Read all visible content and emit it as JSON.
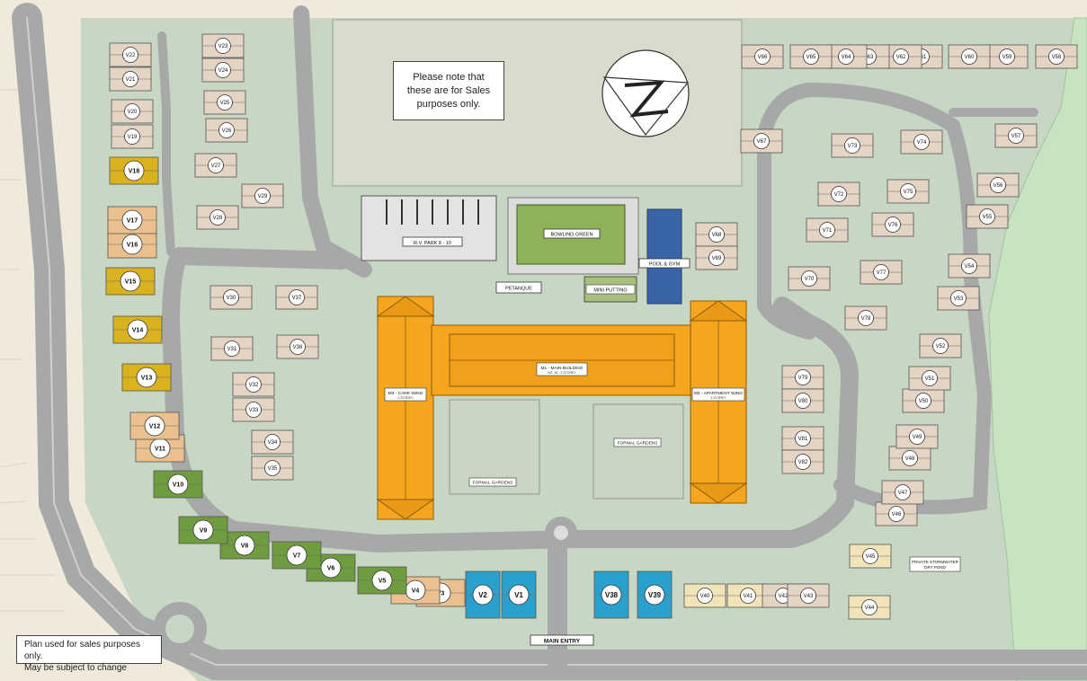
{
  "notes": {
    "sales_line1": "Please note that",
    "sales_line2": "these are for Sales",
    "sales_line3": "purposes only.",
    "plan_line1": "Plan used for sales purposes only.",
    "plan_line2": "May be subject to change"
  },
  "facility_labels": {
    "bowling_green": "BOWLING GREEN",
    "pool_gym": "POOL & GYM",
    "rv_park": "R.V. PARK 8 - 10",
    "petanque": "PETANQUE",
    "mini_putting": "MINI PUTTING",
    "main_building": "M1 - MAIN BUILDING",
    "main_building_sub": "NO. 16 - 2 STOREY",
    "care_wing": "M3 - CARE WING",
    "care_wing_sub": "2 STOREY",
    "apartment_wing": "M2 - APARTMENT WING",
    "apartment_wing_sub": "2 STOREY",
    "formal_gardens_left": "FORMAL GARDENS",
    "formal_gardens_right": "FORMAL GARDENS",
    "main_entry": "MAIN ENTRY",
    "stormwater_1": "PRIVATE STORMWATER",
    "stormwater_2": "'DRY POND'"
  },
  "colors": {
    "background": "#efeadb",
    "grass": "#c8d6c4",
    "road": "#a7a9a8",
    "building_main": "#f5a61e",
    "villa_yellow": "#d8b21f",
    "villa_tan": "#e9c08e",
    "villa_green": "#6f9c3f",
    "villa_blue": "#2aa0cc",
    "villa_cream": "#f1e4b8",
    "villa_default": "#e3d4c4",
    "pool": "#3a64a8",
    "bowling": "#8fb25a",
    "stream": "#c7e3c2"
  },
  "villas": [
    {
      "label": "V1",
      "color": "blue"
    },
    {
      "label": "V2",
      "color": "blue"
    },
    {
      "label": "V3",
      "color": "tan"
    },
    {
      "label": "V4",
      "color": "tan"
    },
    {
      "label": "V5",
      "color": "green"
    },
    {
      "label": "V6",
      "color": "green"
    },
    {
      "label": "V7",
      "color": "green"
    },
    {
      "label": "V8",
      "color": "green"
    },
    {
      "label": "V9",
      "color": "green"
    },
    {
      "label": "V10",
      "color": "green"
    },
    {
      "label": "V11",
      "color": "tan"
    },
    {
      "label": "V12",
      "color": "tan"
    },
    {
      "label": "V13",
      "color": "yellow"
    },
    {
      "label": "V14",
      "color": "yellow"
    },
    {
      "label": "V15",
      "color": "yellow"
    },
    {
      "label": "V16",
      "color": "tan"
    },
    {
      "label": "V17",
      "color": "tan"
    },
    {
      "label": "V18",
      "color": "yellow"
    },
    {
      "label": "V19",
      "color": "default"
    },
    {
      "label": "V20",
      "color": "default"
    },
    {
      "label": "V21",
      "color": "default"
    },
    {
      "label": "V22",
      "color": "default"
    },
    {
      "label": "V23",
      "color": "default"
    },
    {
      "label": "V24",
      "color": "default"
    },
    {
      "label": "V25",
      "color": "default"
    },
    {
      "label": "V26",
      "color": "default"
    },
    {
      "label": "V27",
      "color": "default"
    },
    {
      "label": "V28",
      "color": "default"
    },
    {
      "label": "V29",
      "color": "default"
    },
    {
      "label": "V30",
      "color": "default"
    },
    {
      "label": "V31",
      "color": "default"
    },
    {
      "label": "V32",
      "color": "default"
    },
    {
      "label": "V33",
      "color": "default"
    },
    {
      "label": "V34",
      "color": "default"
    },
    {
      "label": "V35",
      "color": "default"
    },
    {
      "label": "V36",
      "color": "default"
    },
    {
      "label": "V37",
      "color": "default"
    },
    {
      "label": "V38",
      "color": "blue"
    },
    {
      "label": "V39",
      "color": "blue"
    },
    {
      "label": "V40",
      "color": "cream"
    },
    {
      "label": "V41",
      "color": "cream"
    },
    {
      "label": "V42",
      "color": "default"
    },
    {
      "label": "V43",
      "color": "default"
    },
    {
      "label": "V44",
      "color": "cream"
    },
    {
      "label": "V45",
      "color": "cream"
    },
    {
      "label": "V46",
      "color": "default"
    },
    {
      "label": "V47",
      "color": "default"
    },
    {
      "label": "V48",
      "color": "default"
    },
    {
      "label": "V49",
      "color": "default"
    },
    {
      "label": "V50",
      "color": "default"
    },
    {
      "label": "V51",
      "color": "default"
    },
    {
      "label": "V52",
      "color": "default"
    },
    {
      "label": "V53",
      "color": "default"
    },
    {
      "label": "V54",
      "color": "default"
    },
    {
      "label": "V55",
      "color": "default"
    },
    {
      "label": "V56",
      "color": "default"
    },
    {
      "label": "V57",
      "color": "default"
    },
    {
      "label": "V58",
      "color": "default"
    },
    {
      "label": "V59",
      "color": "default"
    },
    {
      "label": "V60",
      "color": "default"
    },
    {
      "label": "V61",
      "color": "default"
    },
    {
      "label": "V62",
      "color": "default"
    },
    {
      "label": "V63",
      "color": "default"
    },
    {
      "label": "V64",
      "color": "default"
    },
    {
      "label": "V65",
      "color": "default"
    },
    {
      "label": "V66",
      "color": "default"
    },
    {
      "label": "V67",
      "color": "default"
    },
    {
      "label": "V68",
      "color": "default"
    },
    {
      "label": "V69",
      "color": "default"
    },
    {
      "label": "V70",
      "color": "default"
    },
    {
      "label": "V71",
      "color": "default"
    },
    {
      "label": "V72",
      "color": "default"
    },
    {
      "label": "V73",
      "color": "default"
    },
    {
      "label": "V74",
      "color": "default"
    },
    {
      "label": "V75",
      "color": "default"
    },
    {
      "label": "V76",
      "color": "default"
    },
    {
      "label": "V77",
      "color": "default"
    },
    {
      "label": "V78",
      "color": "default"
    },
    {
      "label": "V79",
      "color": "default"
    },
    {
      "label": "V80",
      "color": "default"
    },
    {
      "label": "V81",
      "color": "default"
    },
    {
      "label": "V82",
      "color": "default"
    }
  ]
}
